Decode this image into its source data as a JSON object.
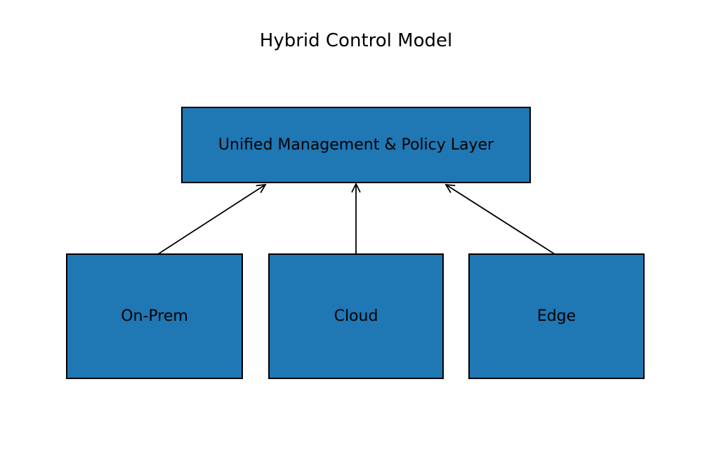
{
  "diagram": {
    "title": "Hybrid Control Model",
    "nodes": {
      "unified": {
        "label": "Unified Management & Policy Layer"
      },
      "onprem": {
        "label": "On-Prem"
      },
      "cloud": {
        "label": "Cloud"
      },
      "edge": {
        "label": "Edge"
      }
    },
    "edges": [
      {
        "from": "On-Prem",
        "to": "Unified Management & Policy Layer",
        "direction": "up"
      },
      {
        "from": "Cloud",
        "to": "Unified Management & Policy Layer",
        "direction": "up"
      },
      {
        "from": "Edge",
        "to": "Unified Management & Policy Layer",
        "direction": "up"
      }
    ],
    "colors": {
      "background": "#ffffff",
      "node_fill": "#1f77b4",
      "node_border": "#000000",
      "arrow": "#000000",
      "text": "#000000"
    }
  }
}
